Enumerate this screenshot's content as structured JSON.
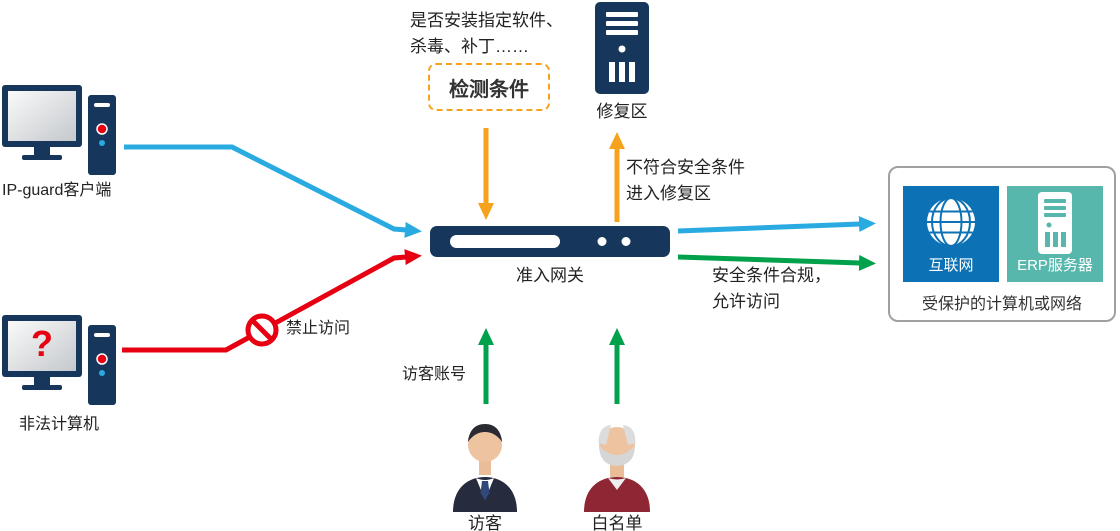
{
  "colors": {
    "blue": "#29abe2",
    "red": "#e60012",
    "orange": "#f6a21d",
    "green": "#00a14b",
    "navy": "#16365c",
    "inet": "#0d72b5",
    "teal": "#58b7ad"
  },
  "client": {
    "label": "IP-guard客户端"
  },
  "illegal": {
    "label": "非法计算机",
    "mark": "?"
  },
  "detect": {
    "note1": "是否安装指定软件、",
    "note2": "杀毒、补丁……",
    "box": "检测条件"
  },
  "repair": {
    "label": "修复区",
    "flow1": "不符合安全条件",
    "flow2": "进入修复区"
  },
  "gateway": {
    "label": "准入网关"
  },
  "deny": {
    "label": "禁止访问"
  },
  "allow": {
    "line1": "安全条件合规，",
    "line2": "允许访问"
  },
  "visitor": {
    "label": "访客",
    "account": "访客账号"
  },
  "whitelist": {
    "label": "白名单"
  },
  "protected": {
    "caption": "受保护的计算机或网络",
    "internet": "互联网",
    "erp": "ERP服务器"
  }
}
